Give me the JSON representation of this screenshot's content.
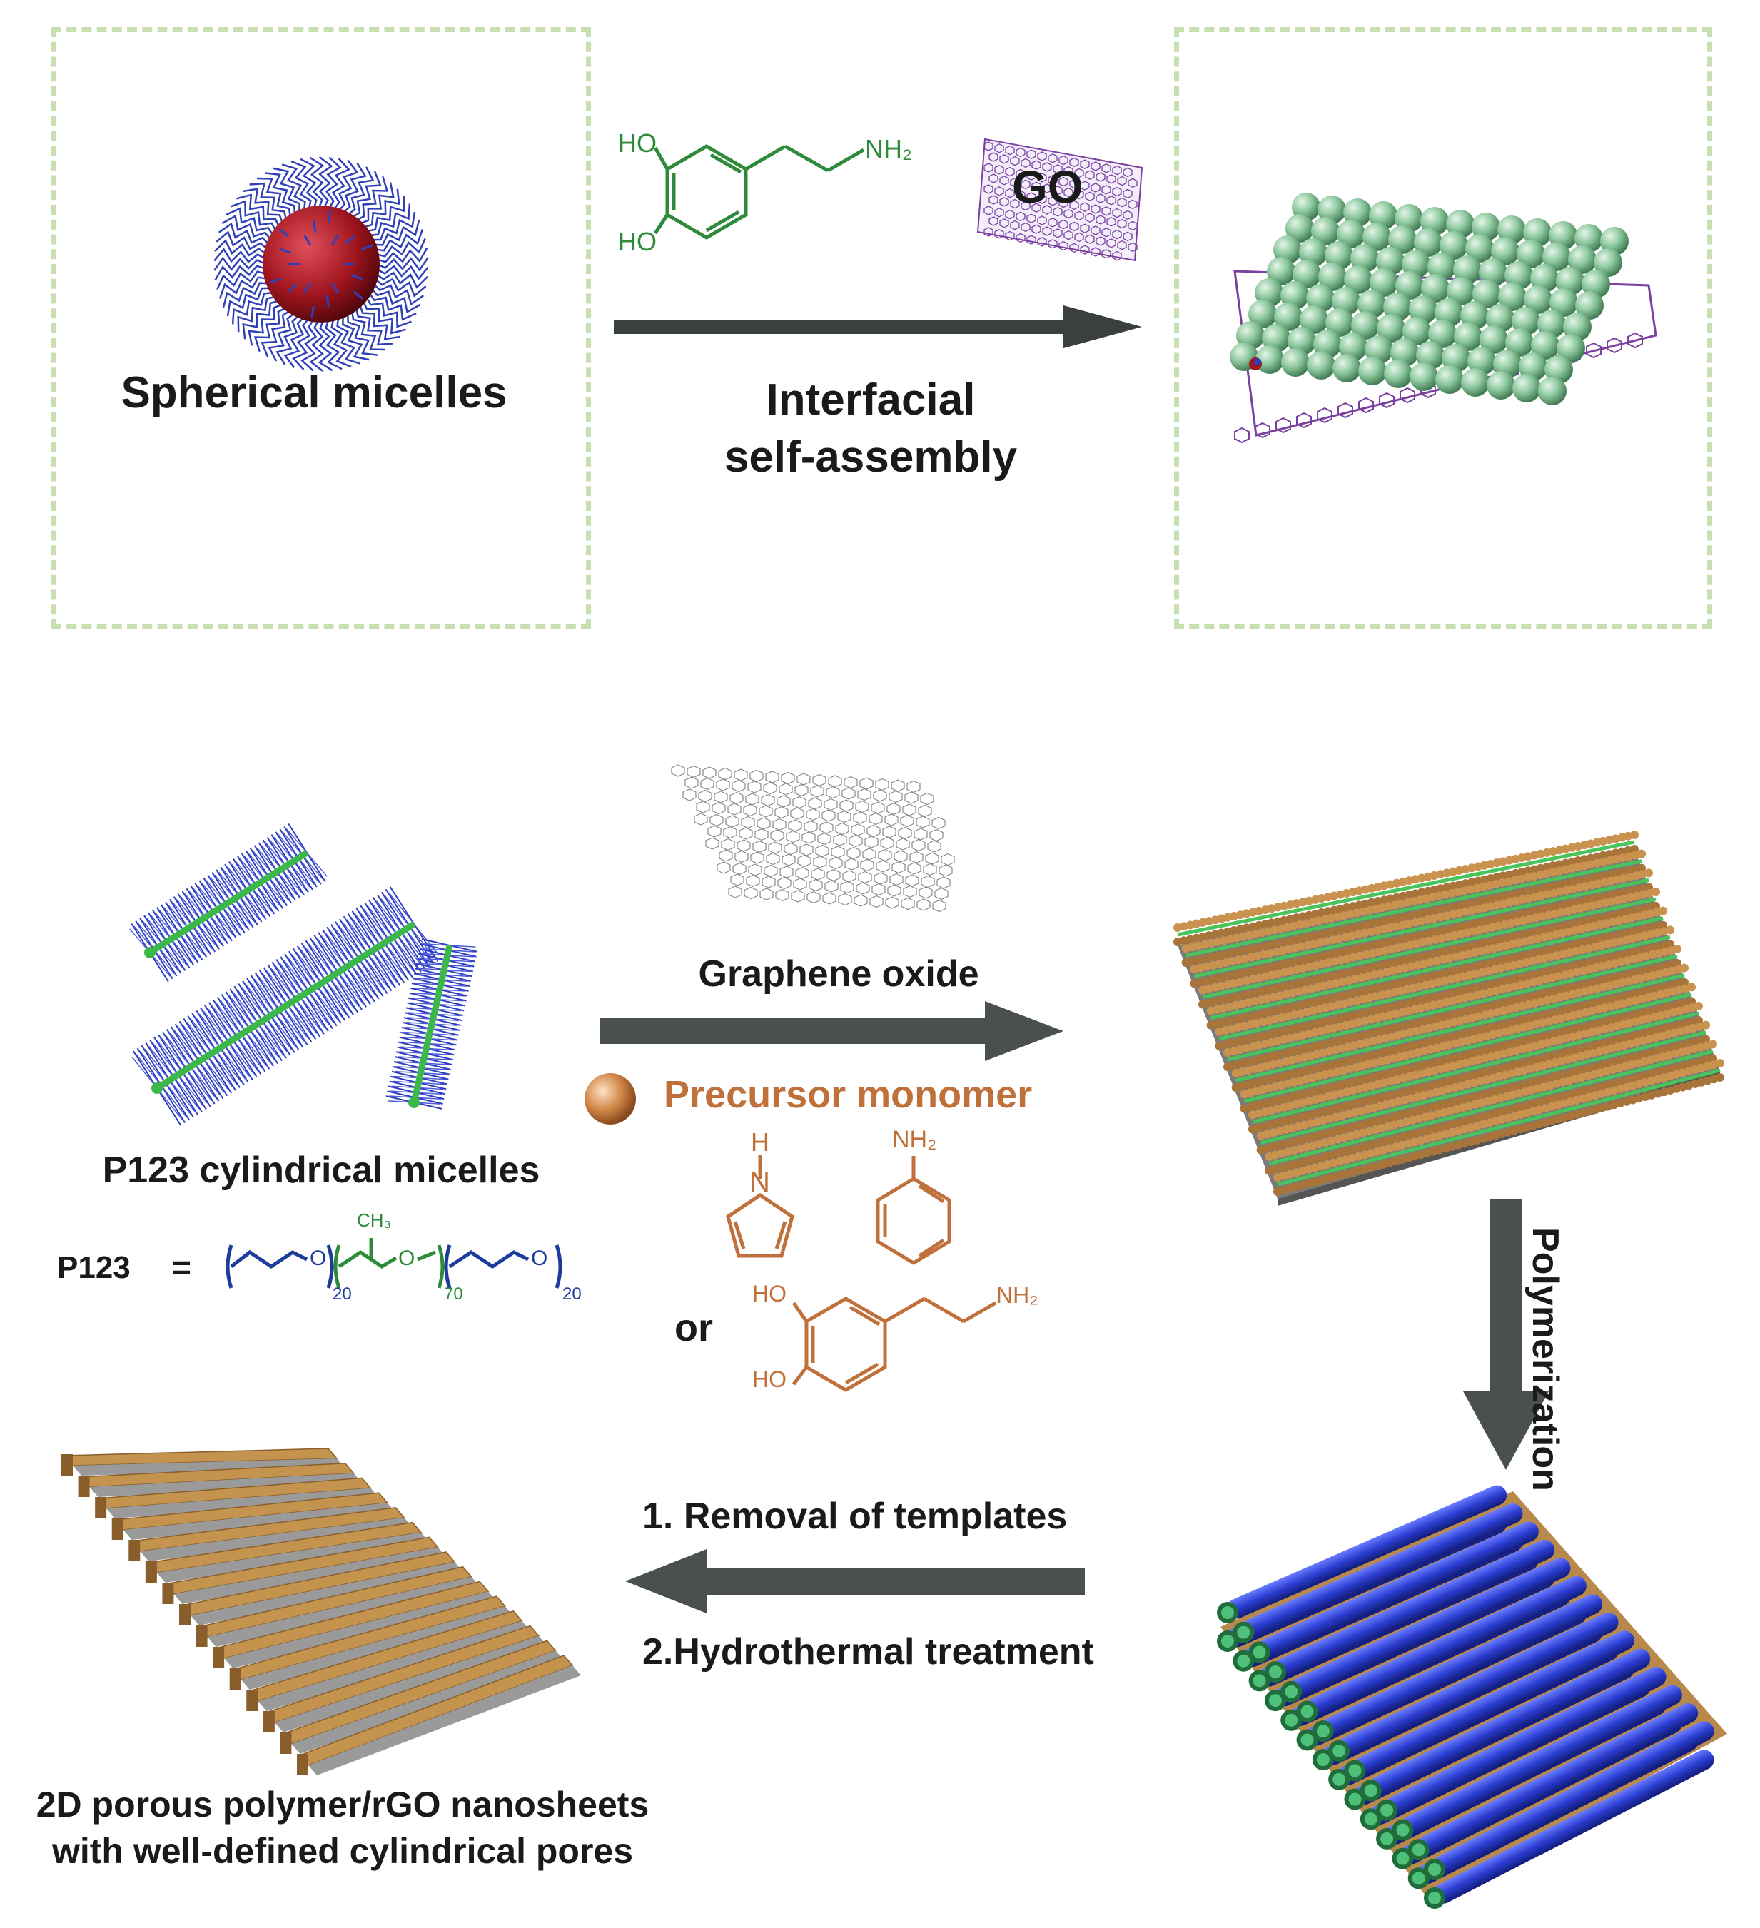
{
  "top": {
    "left_label": "Spherical micelles",
    "go_label": "GO",
    "molecule": {
      "ho_top": "HO",
      "ho_bottom": "HO",
      "nh2": "NH₂"
    },
    "arrow_label_line1": "Interfacial",
    "arrow_label_line2": "self-assembly"
  },
  "bottom": {
    "cyl_label": "P123 cylindrical micelles",
    "p123": {
      "lhs": "P123",
      "eq": "=",
      "ch3": "CH₃",
      "n1": "20",
      "n2": "70",
      "n3": "20"
    },
    "arrow1_label": "Graphene oxide",
    "precursor_label": "Precursor monomer",
    "pyrrole_nh": "H",
    "pyrrole_n": "N",
    "aniline_nh2": "NH₂",
    "or_label": "or",
    "dopa": {
      "ho_top": "HO",
      "ho_bottom": "HO",
      "nh2": "NH₂"
    },
    "polymerization_label": "Polymerization",
    "step1_label": "1. Removal of templates",
    "step2_label": "2.Hydrothermal treatment",
    "final_line1": "2D porous polymer/rGO nanosheets",
    "final_line2": "with well-defined cylindrical pores"
  },
  "colors": {
    "dashed_frame": "#c6e0b4",
    "arrow": "#3a3f3f",
    "green_text": "#2e8b3a",
    "orange_text": "#c0703a",
    "blue_chain": "#1c3c9c",
    "sphere_green": "#8fc9a0",
    "go_purple": "#7a3fa0",
    "brown": "#b8894a"
  }
}
